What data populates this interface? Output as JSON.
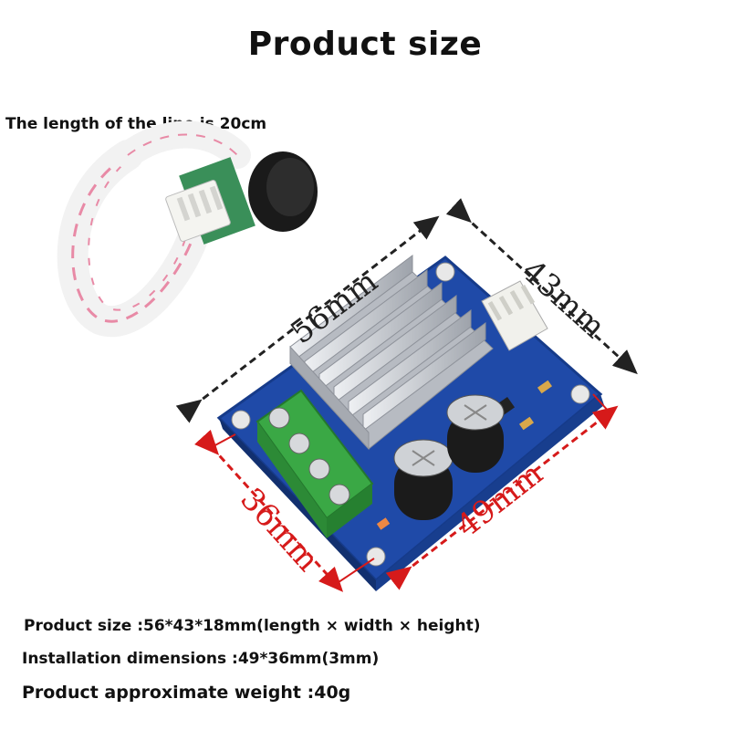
{
  "title": "Product size",
  "cable_note": "The length of the line is 20cm",
  "dimensions": {
    "length": "56mm",
    "width": "43mm",
    "install_length": "49mm",
    "install_width": "36mm"
  },
  "specs": {
    "product_size": "Product size :56*43*18mm(length × width × height)",
    "installation": "Installation dimensions :49*36mm(3mm)",
    "weight": "Product approximate weight :40g"
  },
  "colors": {
    "pcb": "#1f4aa8",
    "terminal": "#3aa845",
    "heatsink": "#c9ccd2",
    "red_dimension": "#d61a1a",
    "black_dimension": "#222222"
  }
}
